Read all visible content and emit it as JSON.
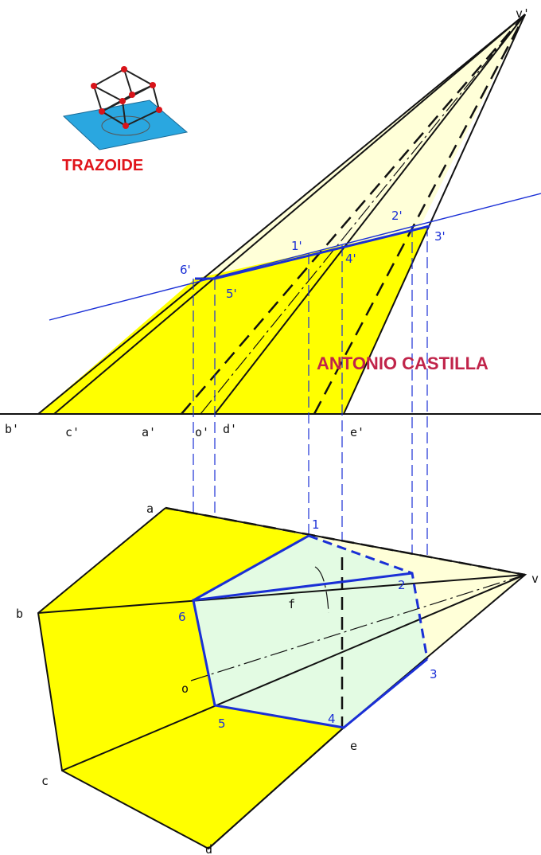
{
  "logo": {
    "text": "TRAZOIDE",
    "colors": {
      "cube": "#d8141a",
      "plane": "#2aa7e0",
      "text": "#e0141a"
    }
  },
  "author": {
    "text": "ANTONIO CASTILLA",
    "color": "#c0244a"
  },
  "colors": {
    "yellow": "#ffff00",
    "pale_yellow": "#ffffd8",
    "section": "#e3fbe3",
    "blue": "#1a2fd6",
    "ink": "#111111"
  },
  "elevation_labels": {
    "v": "v'",
    "b": "b'",
    "c": "c'",
    "a": "a'",
    "o": "o'",
    "d": "d'",
    "e": "e'",
    "p1": "1'",
    "p2": "2'",
    "p3": "3'",
    "p4": "4'",
    "p5": "5'",
    "p6": "6'"
  },
  "plan_labels": {
    "v": "v",
    "a": "a",
    "b": "b",
    "c": "c",
    "d": "d",
    "e": "e",
    "o": "o",
    "f": "f",
    "p1": "1",
    "p2": "2",
    "p3": "3",
    "p4": "4",
    "p5": "5",
    "p6": "6"
  }
}
